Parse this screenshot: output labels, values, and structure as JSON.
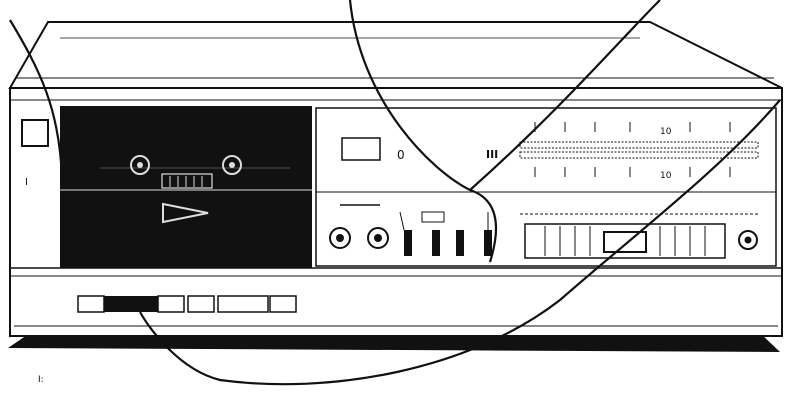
{
  "colors": {
    "ink": "#111111",
    "paper": "#ffffff",
    "shade": "#1a1a1a"
  },
  "meter": {
    "scale_top": "10",
    "scale_bottom": "10",
    "display_digit": "0",
    "display_right": "III"
  },
  "side_marks": {
    "left_small": "I",
    "bottom_left": "I:"
  },
  "icons": {
    "play": "play-triangle-icon",
    "reel": "reel-hub-icon",
    "knob": "round-knob-icon"
  }
}
